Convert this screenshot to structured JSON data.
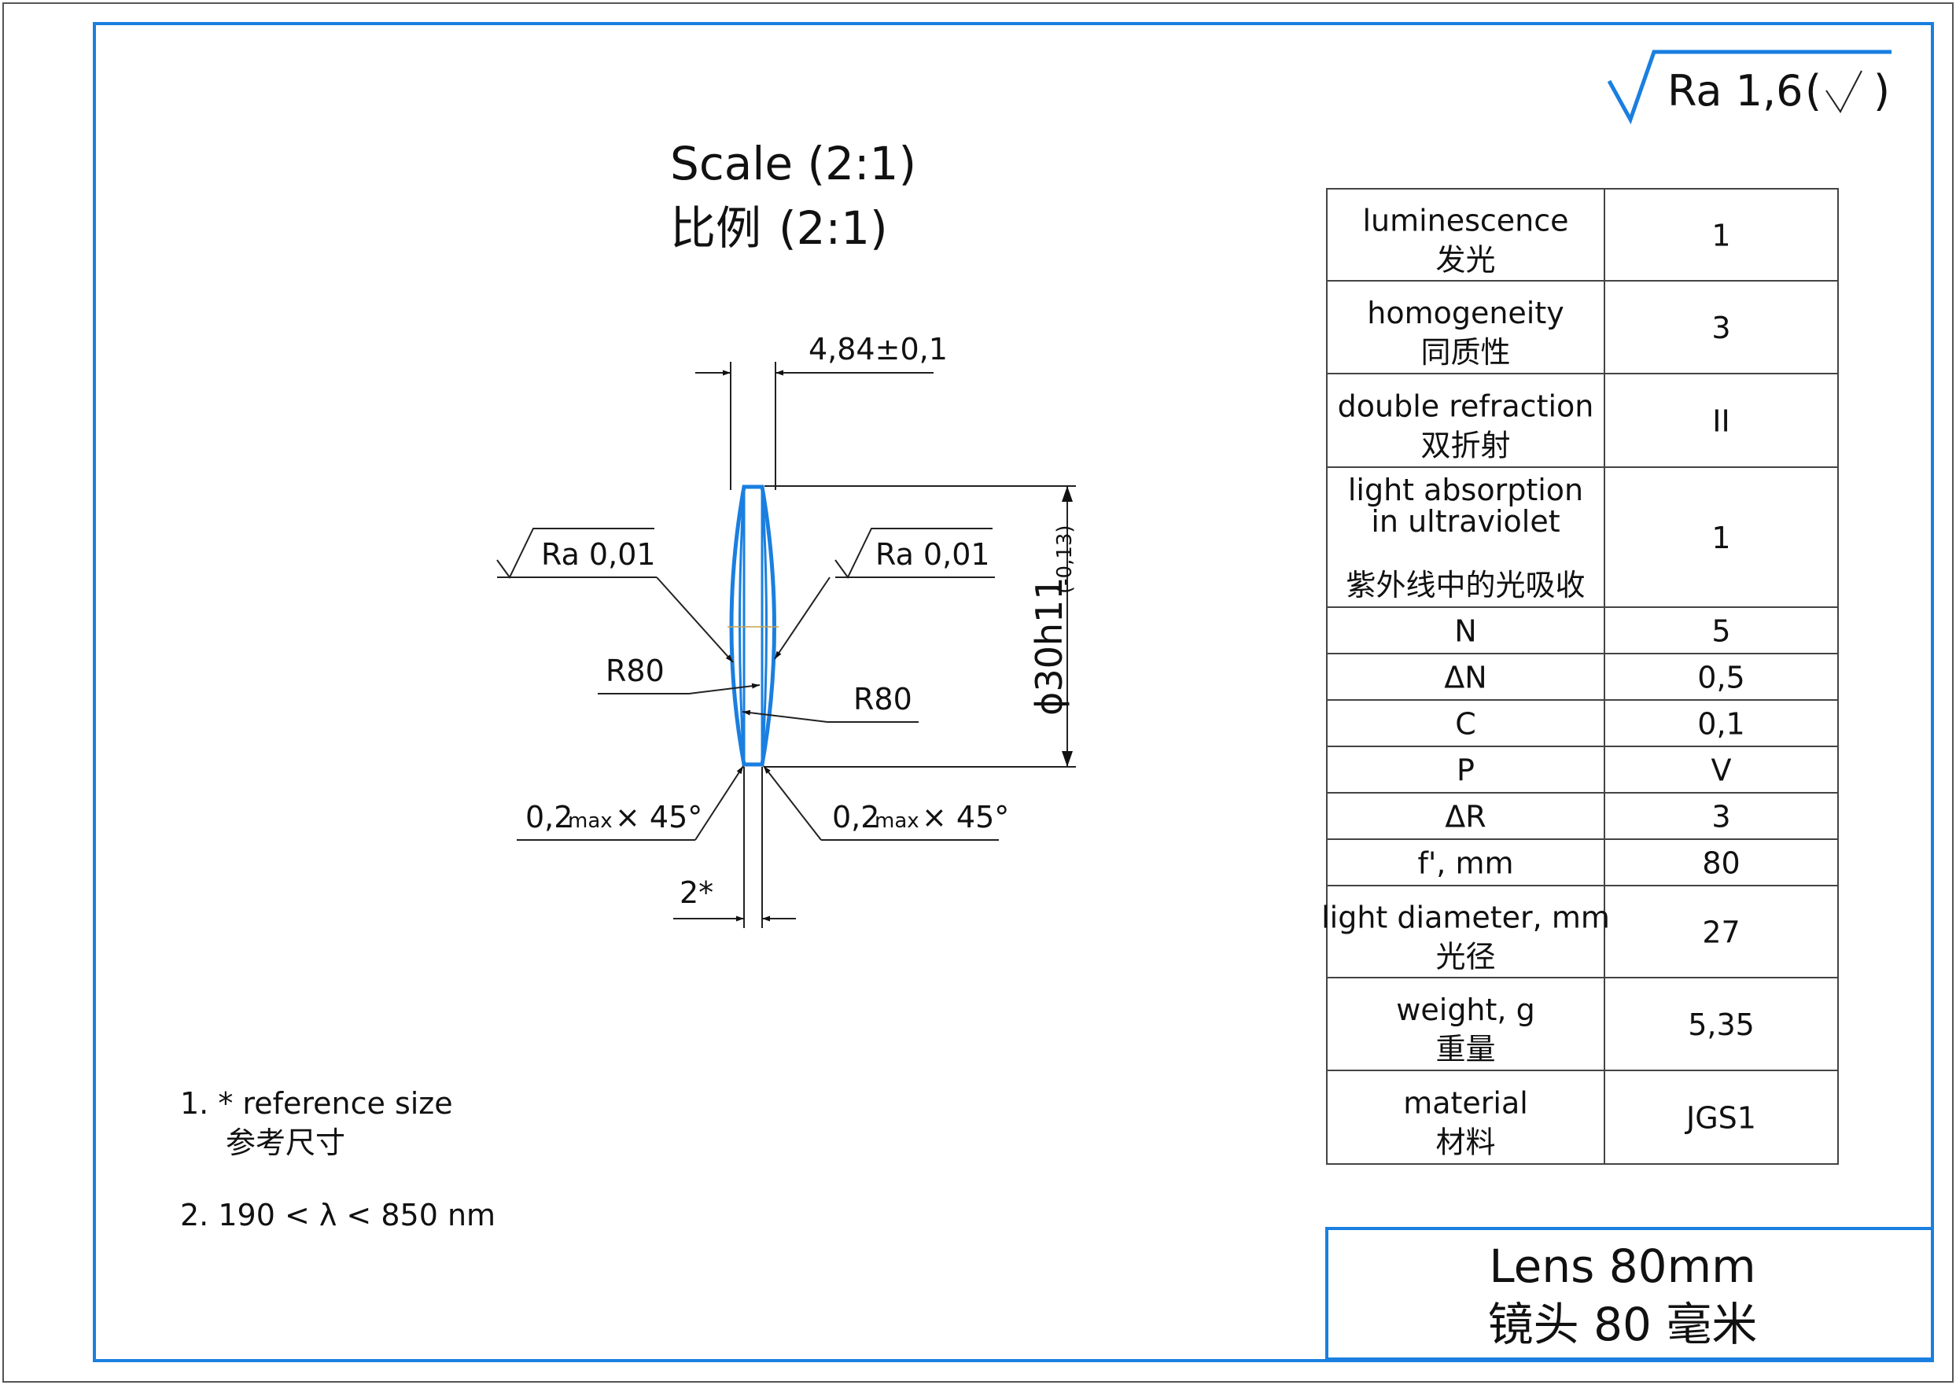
{
  "colors": {
    "frame": "#1a7fe0",
    "lens": "#1a7fe0",
    "ink": "#111111"
  },
  "general_roughness": {
    "value": "Ra 1,6",
    "open": "(",
    "close": ")"
  },
  "scale": {
    "en": "Scale (2:1)",
    "zh_prefix": "比例",
    "zh_value": "(2:1)"
  },
  "dimensions": {
    "thickness": "4,84±0,1",
    "diameter": "ϕ30h11",
    "diameter_tol": "(-0,13)",
    "roughness_left": "Ra 0,01",
    "roughness_right": "Ra 0,01",
    "radius_left": "R80",
    "radius_right": "R80",
    "chamfer_left_value": "0,2",
    "chamfer_left_sub": "max",
    "chamfer_left_angle": "× 45°",
    "chamfer_right_value": "0,2",
    "chamfer_right_sub": "max",
    "chamfer_right_angle": "× 45°",
    "edge_thickness": "2*"
  },
  "notes": {
    "n1_en": "1. * reference size",
    "n1_zh": "参考尺寸",
    "n2": "2. 190 < λ < 850 nm"
  },
  "spec_table": [
    {
      "label_en": "luminescence",
      "label_zh": "发光",
      "value": "1"
    },
    {
      "label_en": "homogeneity",
      "label_zh": "同质性",
      "value": "3"
    },
    {
      "label_en": "double refraction",
      "label_zh": "双折射",
      "value": "II"
    },
    {
      "label_en": "light absorption",
      "label_en2": "in ultraviolet",
      "label_zh": "紫外线中的光吸收",
      "value": "1"
    },
    {
      "label_en": "N",
      "value": "5"
    },
    {
      "label_en": "ΔN",
      "value": "0,5"
    },
    {
      "label_en": "C",
      "value": "0,1"
    },
    {
      "label_en": "P",
      "value": "V"
    },
    {
      "label_en": "ΔR",
      "value": "3"
    },
    {
      "label_en": "f', mm",
      "value": "80"
    },
    {
      "label_en": "light diameter, mm",
      "label_zh": "光径",
      "value": "27"
    },
    {
      "label_en": "weight, g",
      "label_zh": "重量",
      "value": "5,35"
    },
    {
      "label_en": "material",
      "label_zh": "材料",
      "value": "JGS1"
    }
  ],
  "title_block": {
    "en": "Lens 80mm",
    "zh": "镜头 80 毫米"
  }
}
